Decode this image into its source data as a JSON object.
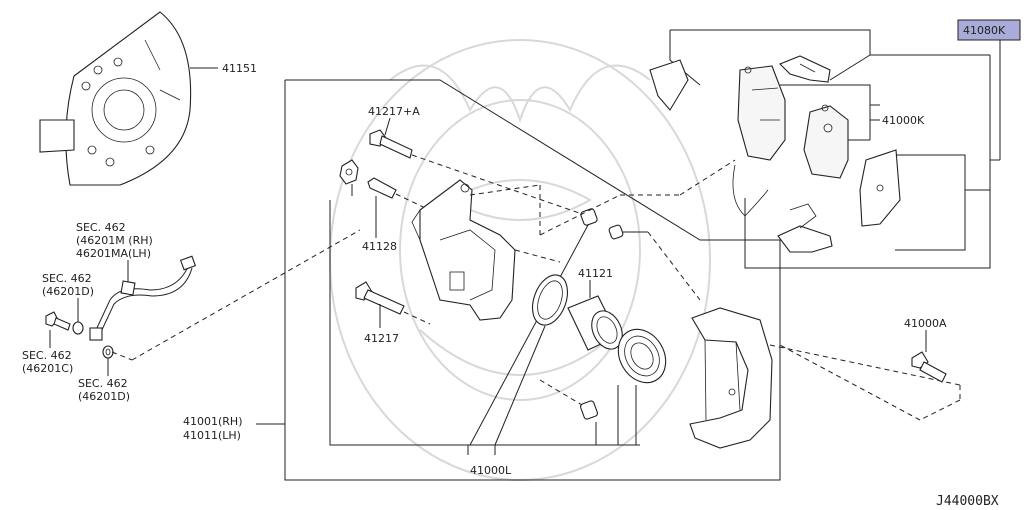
{
  "diagram": {
    "code": "J44000BX",
    "labels": {
      "p41151": "41151",
      "p41217a": "41217+A",
      "p41128": "41128",
      "p41217": "41217",
      "p41121": "41121",
      "p41001": "41001(RH)",
      "p41011": "41011(LH)",
      "p41000l": "41000L",
      "p41080k": "41080K",
      "p41000k": "41000K",
      "p41000a": "41000A",
      "sec462_hose_1": "SEC. 462",
      "sec462_hose_2": "(46201M  (RH)",
      "sec462_hose_3": "46201MA(LH)",
      "sec462_d_top_1": "SEC. 462",
      "sec462_d_top_2": "(46201D)",
      "sec462_c_1": "SEC. 462",
      "sec462_c_2": "(46201C)",
      "sec462_d_bot_1": "SEC. 462",
      "sec462_d_bot_2": "(46201D)"
    },
    "highlight_color": "#a9abd8"
  }
}
